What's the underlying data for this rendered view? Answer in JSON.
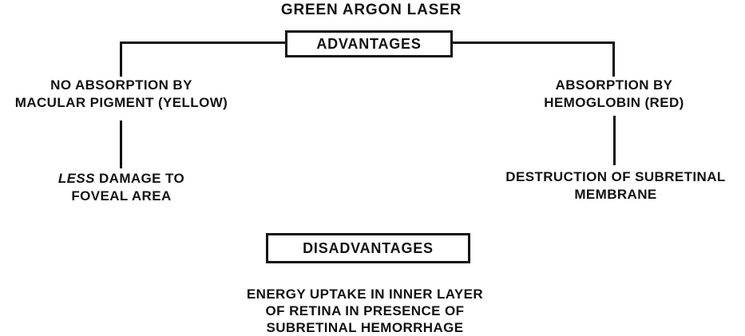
{
  "diagram": {
    "title": "GREEN ARGON LASER",
    "advantages": {
      "box_label": "ADVANTAGES",
      "left_branch": {
        "node1_line1": "NO ABSORPTION BY",
        "node1_line2": "MACULAR PIGMENT (YELLOW)",
        "node2_emphasis": "LESS",
        "node2_line1_rest": "DAMAGE TO",
        "node2_line2": "FOVEAL AREA"
      },
      "right_branch": {
        "node1_line1": "ABSORPTION BY",
        "node1_line2": "HEMOGLOBIN (RED)",
        "node2_line1": "DESTRUCTION OF SUBRETINAL",
        "node2_line2": "MEMBRANE"
      }
    },
    "disadvantages": {
      "box_label": "DISADVANTAGES",
      "text_line1": "ENERGY UPTAKE IN INNER LAYER",
      "text_line2": "OF RETINA IN PRESENCE OF",
      "text_line3": "SUBRETINAL HEMORRHAGE"
    },
    "colors": {
      "ink": "#121212",
      "background": "#ffffff"
    }
  }
}
